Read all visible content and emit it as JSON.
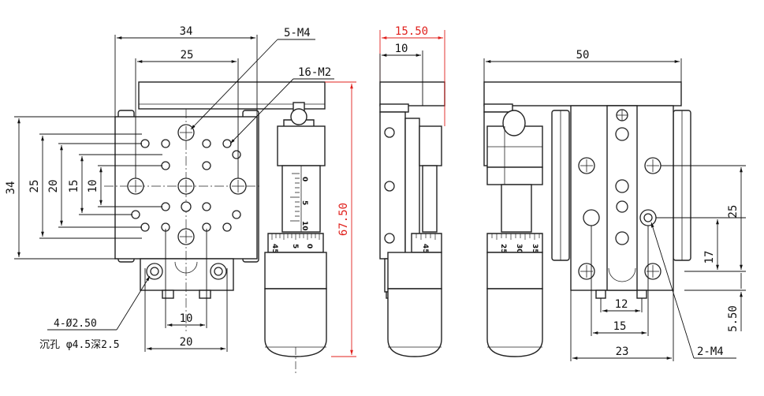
{
  "front_view": {
    "dims": {
      "w34": "34",
      "w25": "25",
      "h34": "34",
      "h25": "25",
      "h20": "20",
      "h15": "15",
      "h10": "10",
      "b10": "10",
      "b20": "20"
    },
    "callouts": {
      "m4": "5-M4",
      "m2": "16-M2",
      "holes": "4-Ø2.50",
      "counterbore": "沉孔 φ4.5深2.5"
    },
    "scale_ticks": [
      "0",
      "5",
      "10"
    ],
    "thimble_ticks": [
      "5",
      "0",
      "45"
    ]
  },
  "side_view": {
    "dims": {
      "w15_50": "15.50",
      "w10": "10",
      "h67_50": "67.50"
    },
    "thimble_ticks": [
      "45"
    ]
  },
  "right_view": {
    "dims": {
      "w50": "50",
      "h25": "25",
      "h17": "17",
      "h5_50": "5.50",
      "b12": "12",
      "b15": "15",
      "b23": "23"
    },
    "callouts": {
      "m4": "2-M4"
    },
    "thimble_ticks": [
      "25",
      "30",
      "35"
    ]
  },
  "colors": {
    "line": "#222222",
    "red_dimension": "#e0201c"
  }
}
